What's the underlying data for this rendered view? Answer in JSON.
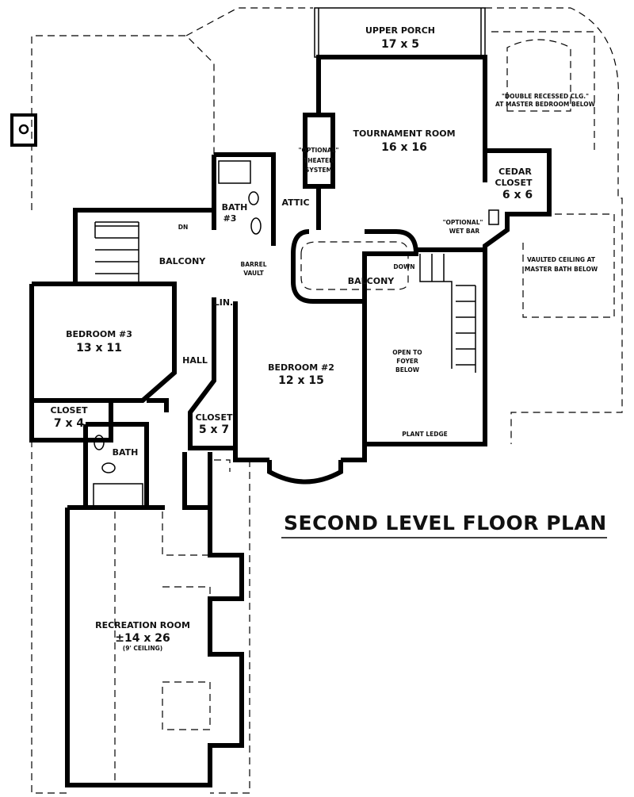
{
  "title": "SECOND LEVEL FLOOR PLAN",
  "rooms": {
    "upper_porch": {
      "name": "UPPER PORCH",
      "size": "17 x 5"
    },
    "tournament": {
      "name": "TOURNAMENT ROOM",
      "size": "16 x 16"
    },
    "cedar_closet": {
      "name1": "CEDAR",
      "name2": "CLOSET",
      "size": "6 x 6"
    },
    "bath3": {
      "name": "BATH",
      "num": "#3"
    },
    "attic": {
      "name": "ATTIC"
    },
    "balcony_left": {
      "name": "BALCONY"
    },
    "balcony_center": {
      "name": "BALCONY"
    },
    "barrel_vault": {
      "line1": "BARREL",
      "line2": "VAULT"
    },
    "linen": {
      "name": "LIN."
    },
    "bedroom3": {
      "name": "BEDROOM #3",
      "size": "13 x 11"
    },
    "hall": {
      "name": "HALL"
    },
    "bedroom2": {
      "name": "BEDROOM #2",
      "size": "12 x 15"
    },
    "closet_left": {
      "name": "CLOSET",
      "size": "7 x 4"
    },
    "closet_mid": {
      "name": "CLOSET",
      "size": "5 x 7"
    },
    "bath": {
      "name": "BATH"
    },
    "open_foyer": {
      "line1": "OPEN TO",
      "line2": "FOYER",
      "line3": "BELOW"
    },
    "plant_ledge": {
      "name": "PLANT LEDGE"
    },
    "recreation": {
      "name": "RECREATION ROOM",
      "size": "±14 x 26",
      "note": "(9' CEILING)"
    }
  },
  "notes": {
    "theater": [
      "\"OPTIONAL\"",
      "THEATER",
      "SYSTEM"
    ],
    "wet_bar": [
      "\"OPTIONAL\"",
      "WET BAR"
    ],
    "double_closet": [
      "\"DOUBLE RECESSED CLG.\"",
      "AT MASTER BEDROOM BELOW"
    ],
    "vaulted": [
      "VAULTED CEILING AT",
      "MASTER BATH BELOW"
    ],
    "dn": "DN",
    "down": "DOWN"
  }
}
